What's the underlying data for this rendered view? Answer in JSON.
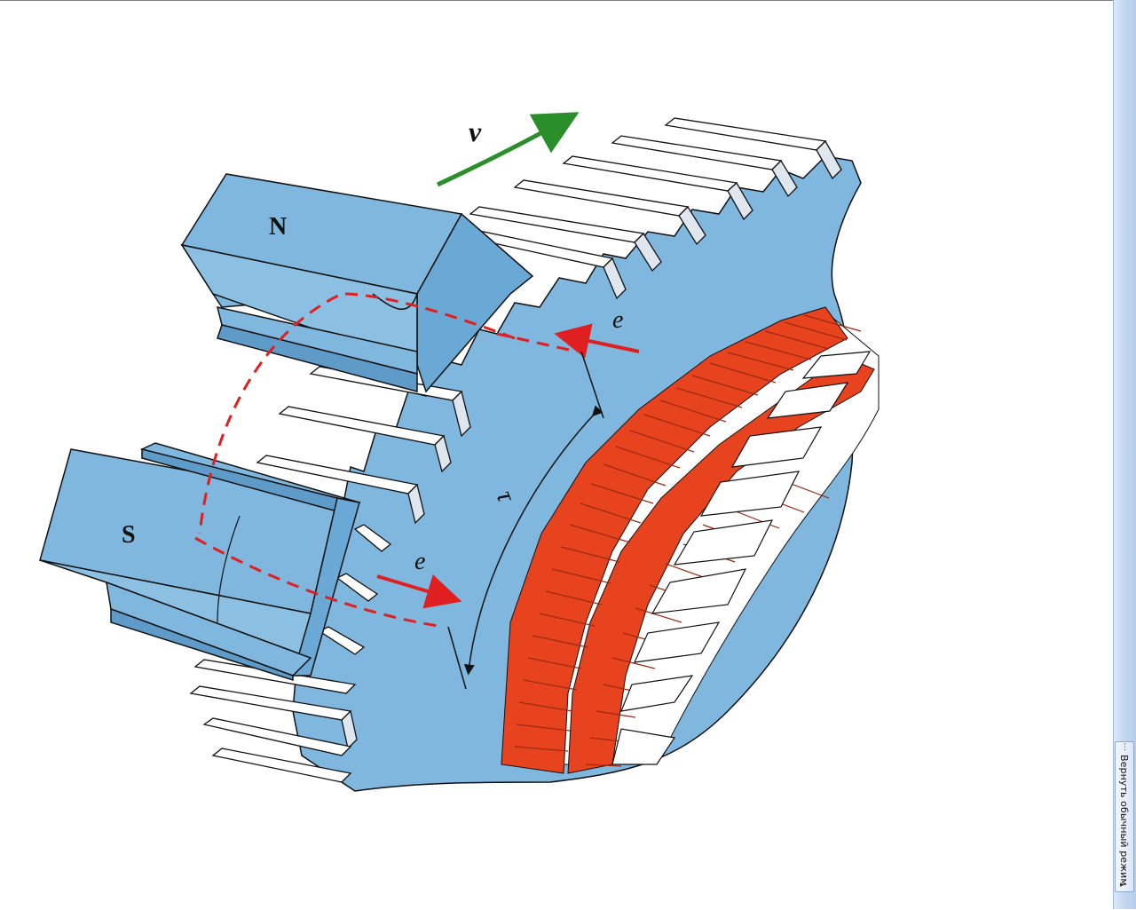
{
  "diagram": {
    "labels": {
      "velocity": "v",
      "north_pole": "N",
      "south_pole": "S",
      "emf_top": "e",
      "emf_bottom": "e",
      "pole_pitch": "τ"
    },
    "colors": {
      "iron": "#7fb7de",
      "iron_dark": "#4f8cbd",
      "winding": "#e8431f",
      "winding_dark": "#9a2a12",
      "tooth": "#ffffff",
      "flux_line": "#e02020",
      "velocity_arrow": "#2a8f2a",
      "outline": "#111111"
    }
  },
  "side_panel": {
    "restore_button_label": "Вернуть обычный режим",
    "grip_icon": "grip-icon",
    "arrow_icon": "expand-arrow-icon"
  }
}
